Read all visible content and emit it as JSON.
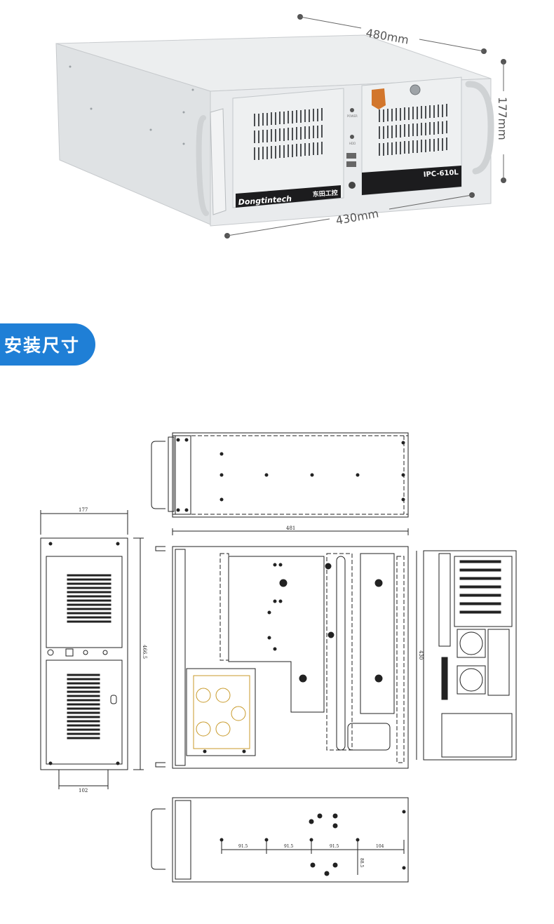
{
  "product": {
    "brand": "Dongtintech",
    "brand_cn": "东田工控",
    "model": "IPC-610L",
    "power_label": "POWER",
    "hdd_label": "HDD",
    "dim_depth": "480mm",
    "dim_height": "177mm",
    "dim_width": "430mm"
  },
  "section": {
    "title": "安装尺寸"
  },
  "drawing": {
    "front_width": "177",
    "front_height": "466.5",
    "front_bottom": "102",
    "top_depth": "481",
    "side_height": "430",
    "bottom_d1": "91.5",
    "bottom_d2": "91.5",
    "bottom_d3": "91.5",
    "bottom_d4": "104",
    "bottom_d5": "88.5"
  },
  "colors": {
    "accent": "#1f7fd6",
    "chassis": "#e6e8ea",
    "line": "#222222"
  }
}
